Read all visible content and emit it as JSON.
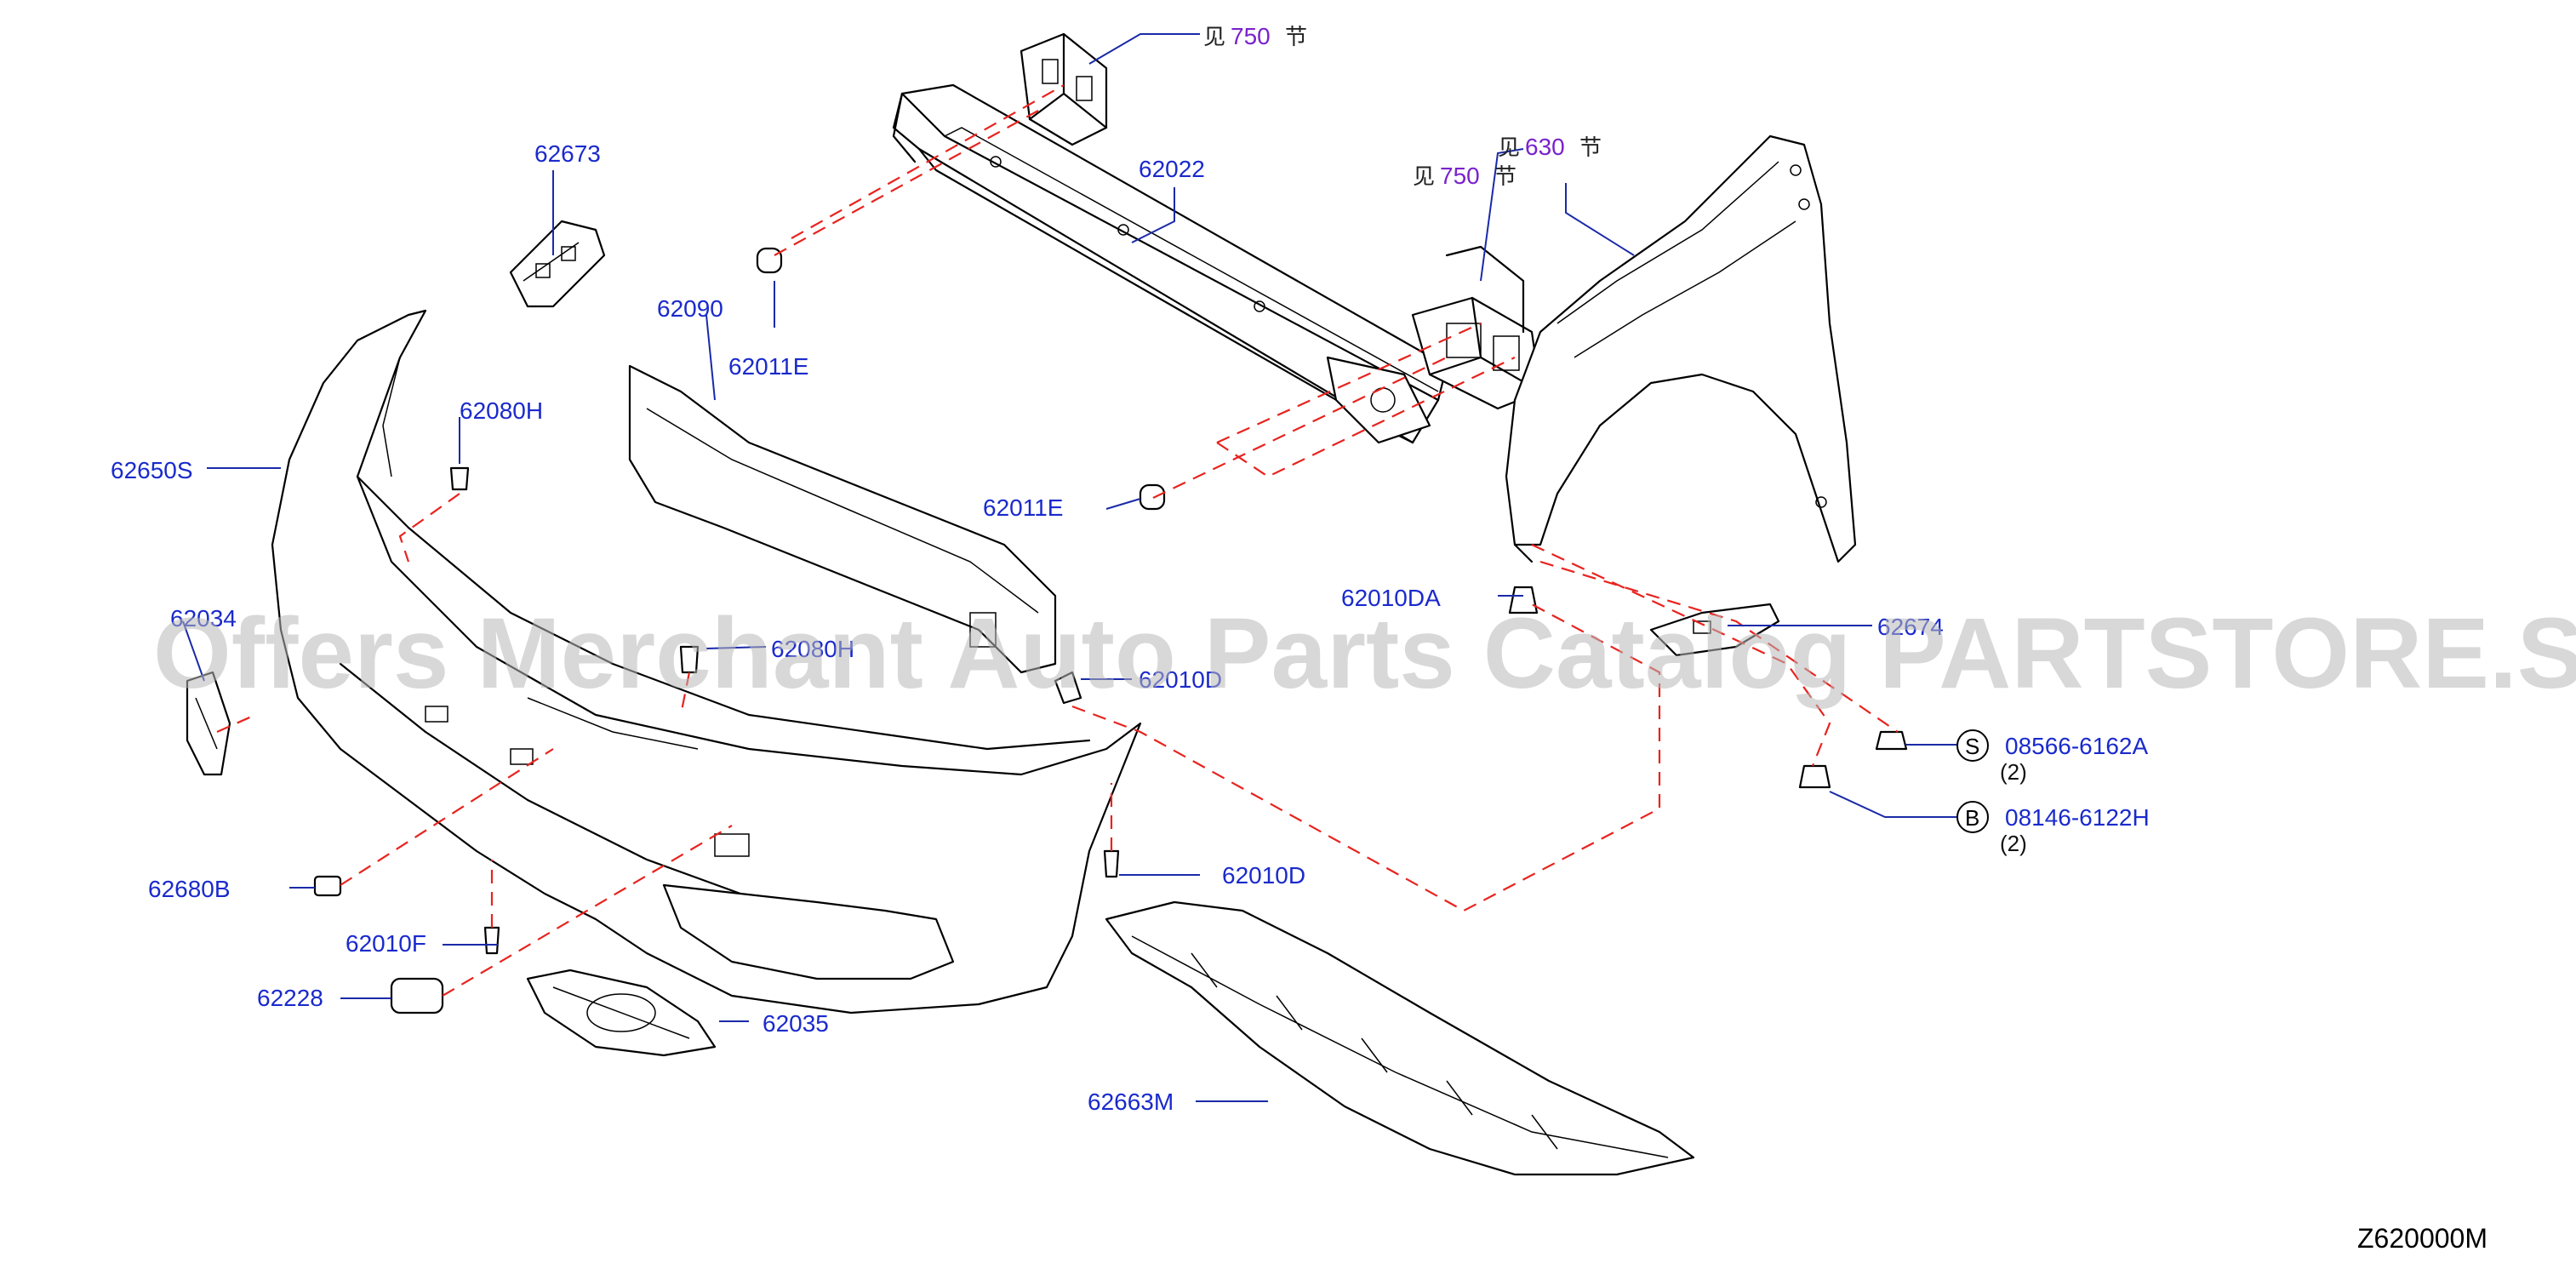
{
  "cross_refs": [
    {
      "prefix": "见",
      "section": "750",
      "suffix": "节"
    },
    {
      "prefix": "见",
      "section": "630",
      "suffix": "节"
    },
    {
      "prefix": "见",
      "section": "750",
      "suffix": "节"
    }
  ],
  "labels": {
    "p62673": "62673",
    "p62022": "62022",
    "p62090": "62090",
    "p62011E_top": "62011E",
    "p62080H_top": "62080H",
    "p62650S": "62650S",
    "p62034": "62034",
    "p62080H_mid": "62080H",
    "p62010D_mid": "62010D",
    "p62011E_mid": "62011E",
    "p62010DA": "62010DA",
    "p62674": "62674",
    "p62680B": "62680B",
    "p62010F": "62010F",
    "p62228": "62228",
    "p62035": "62035",
    "p62010D_low": "62010D",
    "p62663M": "62663M"
  },
  "fasteners": [
    {
      "mark": "S",
      "part": "08566-6162A",
      "qty": "(2)"
    },
    {
      "mark": "B",
      "part": "08146-6122H",
      "qty": "(2)"
    }
  ],
  "diagram_code": "Z620000M",
  "watermark": "Offers Merchant Auto Parts Catalog PARTSTORE.SA",
  "colors": {
    "label": "#1a2acc",
    "section_ref": "#7a22cc",
    "dashed_guide": "#e8231e",
    "leader": "#1a2aa8"
  }
}
